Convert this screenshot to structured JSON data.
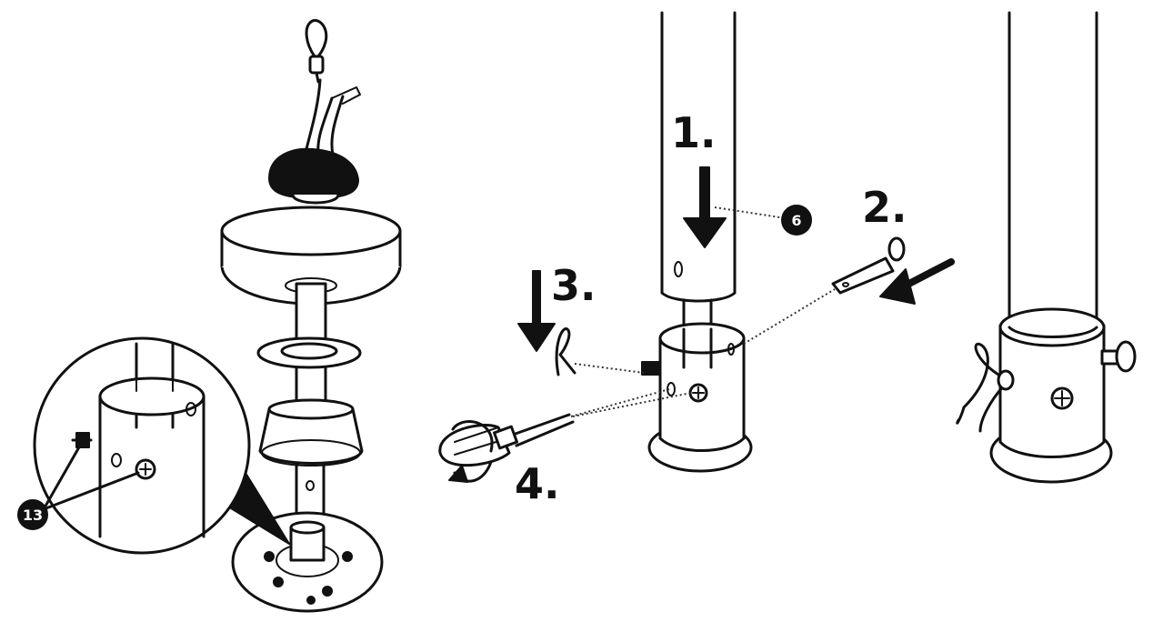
{
  "steps": {
    "s1": "1.",
    "s2": "2.",
    "s3": "3.",
    "s4": "4."
  },
  "callouts": {
    "part_tube": "6",
    "part_screw": "13"
  }
}
